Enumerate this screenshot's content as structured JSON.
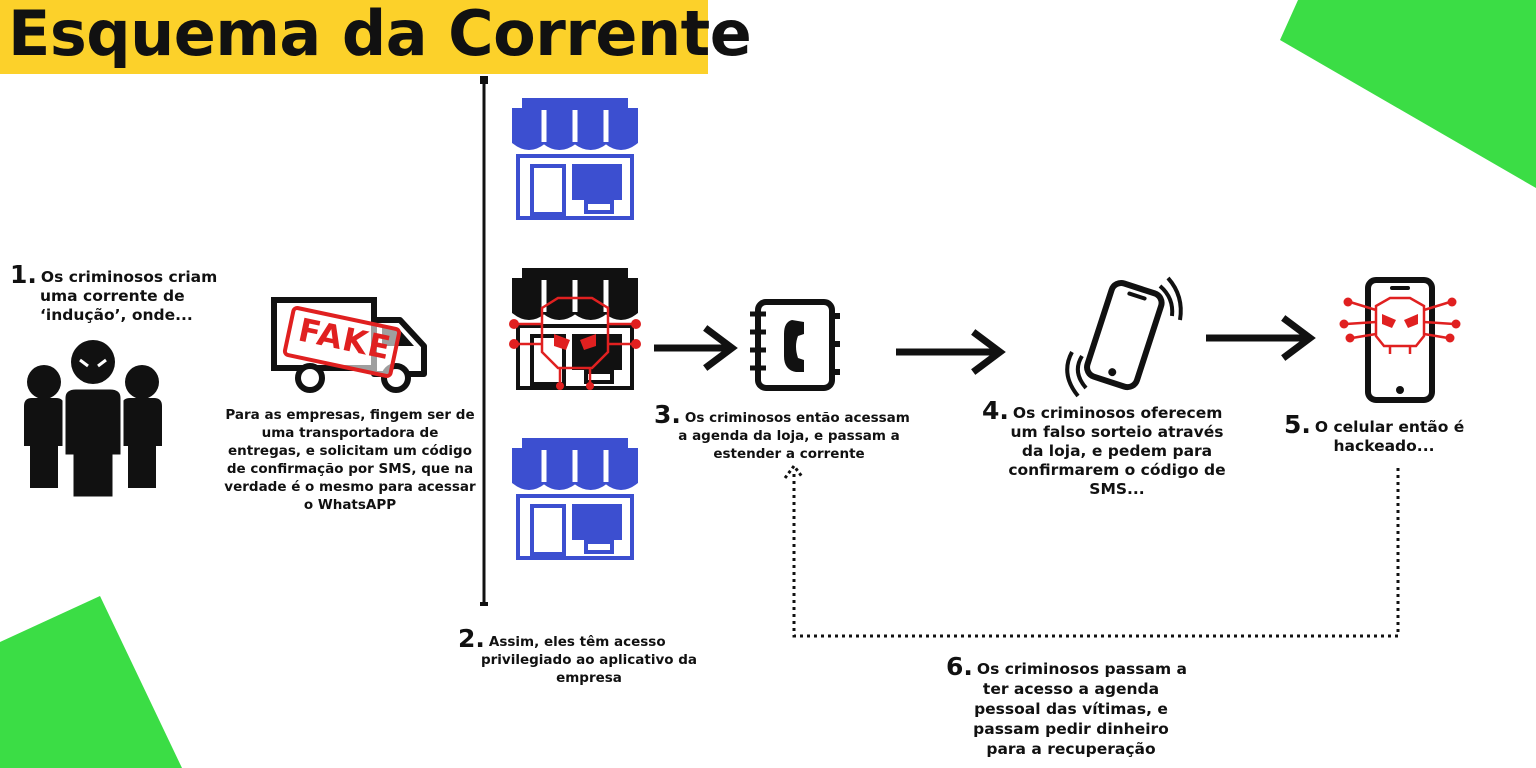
{
  "title": "Esquema da Corrente",
  "colors": {
    "title_bg": "#FCD12A",
    "accent_green": "#3BDD45",
    "store_blue": "#3C4FD0",
    "danger_red": "#E02020",
    "ink": "#111111"
  },
  "icons": [
    "criminals-group-icon",
    "fake-truck-icon",
    "store-icon",
    "hacked-store-icon",
    "contact-book-icon",
    "ringing-phone-icon",
    "hacked-phone-icon",
    "arrow-right-icon"
  ],
  "fake_stamp": "FAKE",
  "steps": [
    {
      "num": "1.",
      "lines": [
        "Os criminosos criam",
        "uma corrente de",
        "‘indução’, onde..."
      ]
    },
    {
      "num": "2.",
      "lines": [
        "Assim, eles têm acesso",
        "privilegiado ao aplicativo da",
        "empresa"
      ]
    },
    {
      "num": "3.",
      "lines": [
        "Os criminosos então acessam",
        "a agenda da loja, e passam a",
        "estender a corrente"
      ]
    },
    {
      "num": "4.",
      "lines": [
        "Os criminosos oferecem",
        "um falso sorteio através",
        "da loja, e pedem para",
        "confirmarem o código de",
        "SMS..."
      ]
    },
    {
      "num": "5.",
      "lines": [
        "O celular então é",
        "hackeado..."
      ]
    },
    {
      "num": "6.",
      "lines": [
        "Os criminosos passam a",
        "ter acesso a agenda",
        "pessoal das vítimas, e",
        "passam pedir dinheiro",
        "para a recuperação"
      ]
    }
  ],
  "truck_caption": [
    "Para as empresas, fingem ser de",
    "uma transportadora de",
    "entregas, e solicitam um código",
    "de confirmação por SMS, que na",
    "verdade é o mesmo para acessar",
    "o WhatsAPP"
  ]
}
